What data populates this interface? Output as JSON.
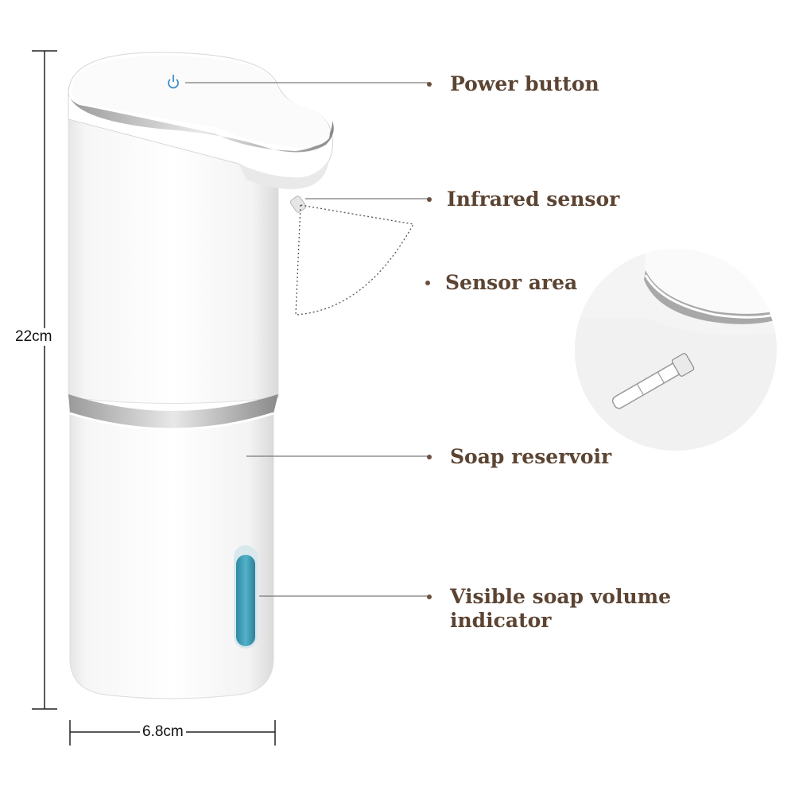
{
  "callouts": {
    "power_button": "Power button",
    "infrared_sensor": "Infrared sensor",
    "sensor_area": "Sensor area",
    "soap_reservoir": "Soap reservoir",
    "volume_indicator_line1": "Visible soap volume",
    "volume_indicator_line2": "indicator"
  },
  "dimensions": {
    "height": "22cm",
    "width": "6.8cm"
  },
  "colors": {
    "label_text": "#5c4433",
    "leader_line": "#777777",
    "soap_window": "#3a94ae",
    "power_icon": "#3a8fc8"
  },
  "icons": {
    "power": "power-icon"
  }
}
